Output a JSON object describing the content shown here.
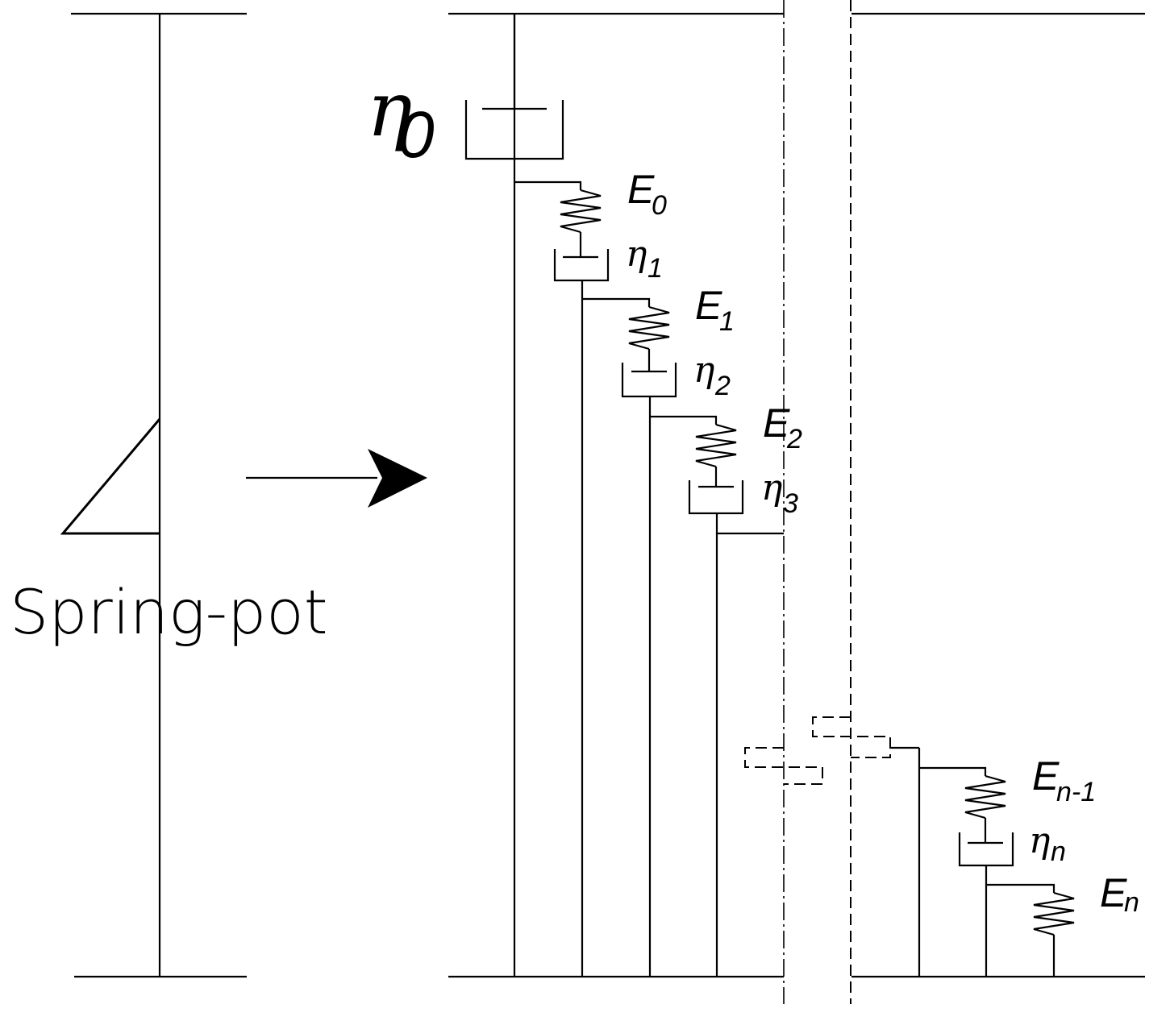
{
  "left_model": {
    "label": "Spring-pot"
  },
  "right_model": {
    "dashpot_0": {
      "symbol": "η",
      "subscript": "0"
    },
    "elements": [
      {
        "spring_symbol": "E",
        "spring_sub": "0",
        "dashpot_symbol": "η",
        "dashpot_sub": "1"
      },
      {
        "spring_symbol": "E",
        "spring_sub": "1",
        "dashpot_symbol": "η",
        "dashpot_sub": "2"
      },
      {
        "spring_symbol": "E",
        "spring_sub": "2",
        "dashpot_symbol": "η",
        "dashpot_sub": "3"
      },
      {
        "spring_symbol": "E",
        "spring_sub": "n-1",
        "dashpot_symbol": "η",
        "dashpot_sub": "n"
      },
      {
        "spring_symbol": "E",
        "spring_sub": "n"
      }
    ]
  }
}
